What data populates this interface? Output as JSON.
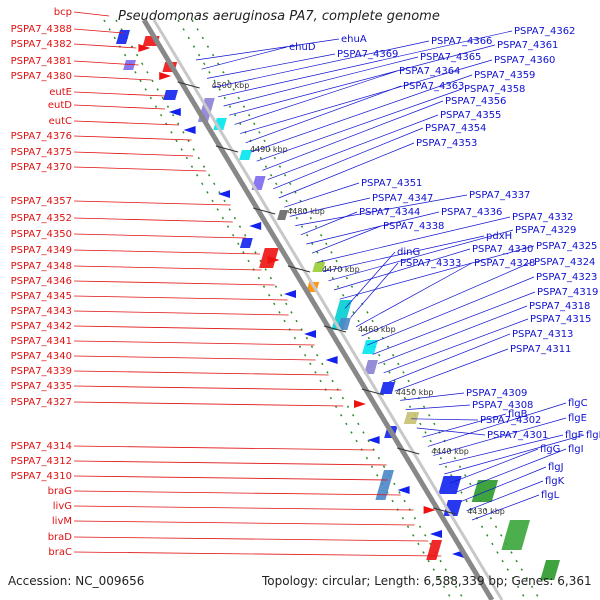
{
  "title": "Pseudomonas aeruginosa PA7, complete genome",
  "footer": {
    "accession": "Accession: NC_009656",
    "topology": "Topology: circular; Length: 6,588,339 bp; Genes: 6,361"
  },
  "scale_labels": [
    "4500 kbp",
    "4490 kbp",
    "4480 kbp",
    "4470 kbp",
    "4460 kbp",
    "4450 kbp",
    "4440 kbp",
    "4430 kbp"
  ],
  "left_labels": [
    "bcp",
    "PSPA7_4388",
    "PSPA7_4382",
    "PSPA7_4381",
    "PSPA7_4380",
    "eutE",
    "eutD",
    "eutC",
    "PSPA7_4376",
    "PSPA7_4375",
    "PSPA7_4370",
    "PSPA7_4357",
    "PSPA7_4352",
    "PSPA7_4350",
    "PSPA7_4349",
    "PSPA7_4348",
    "PSPA7_4346",
    "PSPA7_4345",
    "PSPA7_4343",
    "PSPA7_4342",
    "PSPA7_4341",
    "PSPA7_4340",
    "PSPA7_4339",
    "PSPA7_4335",
    "PSPA7_4327",
    "PSPA7_4314",
    "PSPA7_4312",
    "PSPA7_4310",
    "braG",
    "livG",
    "livM",
    "braD",
    "braC"
  ],
  "right_labels": [
    "ehuA",
    "ehuD",
    "PSPA7_4369",
    "PSPA7_4366",
    "PSPA7_4362",
    "PSPA7_4365",
    "PSPA7_4361",
    "PSPA7_4364",
    "PSPA7_4360",
    "PSPA7_4363",
    "PSPA7_4359",
    "PSPA7_4358",
    "PSPA7_4356",
    "PSPA7_4355",
    "PSPA7_4354",
    "PSPA7_4353",
    "PSPA7_4351",
    "PSPA7_4347",
    "PSPA7_4337",
    "PSPA7_4344",
    "PSPA7_4336",
    "PSPA7_4338",
    "PSPA7_4332",
    "pdxH",
    "PSPA7_4329",
    "PSPA7_4330",
    "PSPA7_4325",
    "dinG",
    "PSPA7_4333",
    "PSPA7_4328",
    "PSPA7_4324",
    "PSPA7_4323",
    "PSPA7_4319",
    "PSPA7_4318",
    "PSPA7_4315",
    "PSPA7_4313",
    "PSPA7_4311",
    "PSPA7_4309",
    "PSPA7_4308",
    "PSPA7_4302",
    "PSPA7_4301",
    "flgB",
    "flgC",
    "flgE",
    "flgF",
    "flgH",
    "flgG",
    "flgI",
    "flgJ",
    "flgK",
    "flgL"
  ],
  "colors": {
    "label_left": "#e01010",
    "label_right": "#1010d0",
    "backbone": "#888888",
    "forward_gene": "#ee1111",
    "reverse_gene": "#1122ee",
    "gc_track": "#2a8a2a"
  }
}
